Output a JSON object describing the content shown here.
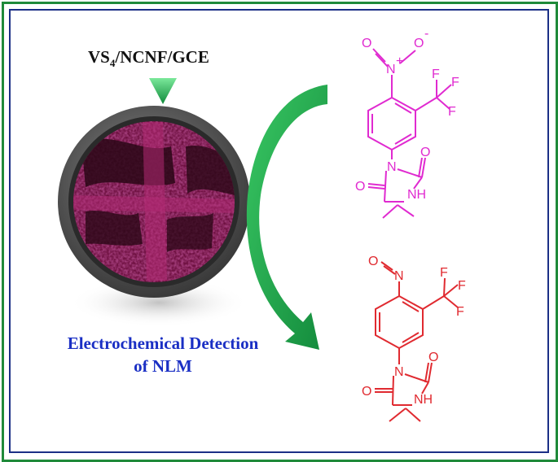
{
  "electrode": {
    "label_main": "VS",
    "label_sub": "4",
    "label_rest": "/NCNF/GCE"
  },
  "caption": {
    "line1": "Electrochemical Detection",
    "line2": "of NLM"
  },
  "molecule_top": {
    "color": "#e02ad0",
    "atoms": {
      "n_plus": "N",
      "plus": "+",
      "o_left": "O",
      "o_right": "O",
      "minus": "-",
      "f1": "F",
      "f2": "F",
      "f3": "F",
      "n_ring": "N",
      "o_carbonyl_right": "O",
      "o_carbonyl_left": "O",
      "nh": "NH"
    }
  },
  "molecule_bottom": {
    "color": "#e02a30",
    "atoms": {
      "o_nitroso": "O",
      "n_nitroso": "N",
      "f1": "F",
      "f2": "F",
      "f3": "F",
      "n_ring": "N",
      "o_carbonyl_right": "O",
      "o_carbonyl_left": "O",
      "nh": "NH"
    }
  },
  "colors": {
    "frame_outer": "#1f8a3a",
    "frame_inner": "#1b2f86",
    "arrow": "#1fa84a",
    "electrode_rim": "#5a5a5a",
    "electrode_surface": "#6e1040",
    "caption": "#1a2fc4"
  }
}
